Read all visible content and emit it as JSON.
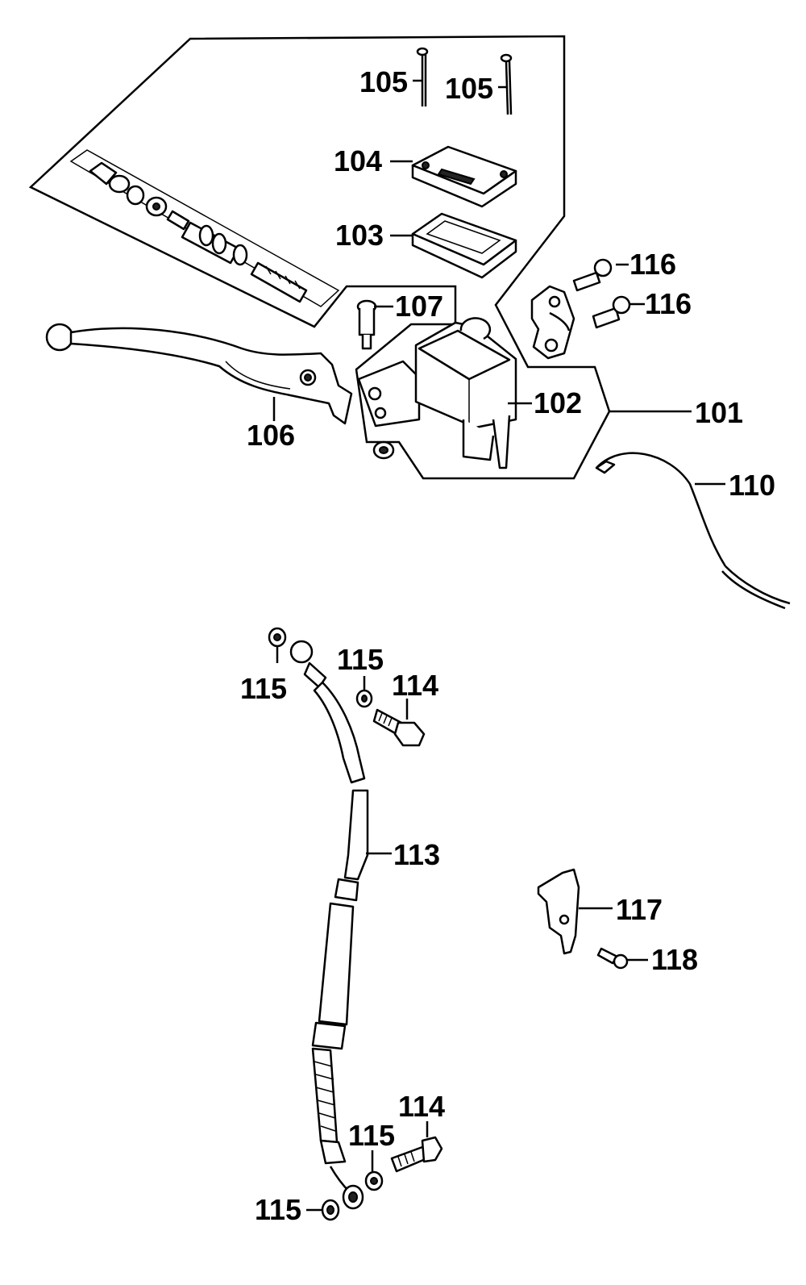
{
  "labels": {
    "p101": "101",
    "p102": "102",
    "p103": "103",
    "p104": "104",
    "p105a": "105",
    "p105b": "105",
    "p106": "106",
    "p107": "107",
    "p110": "110",
    "p113": "113",
    "p114a": "114",
    "p114b": "114",
    "p115a": "115",
    "p115b": "115",
    "p115c": "115",
    "p115d": "115",
    "p116a": "116",
    "p116b": "116",
    "p117": "117",
    "p118": "118"
  }
}
